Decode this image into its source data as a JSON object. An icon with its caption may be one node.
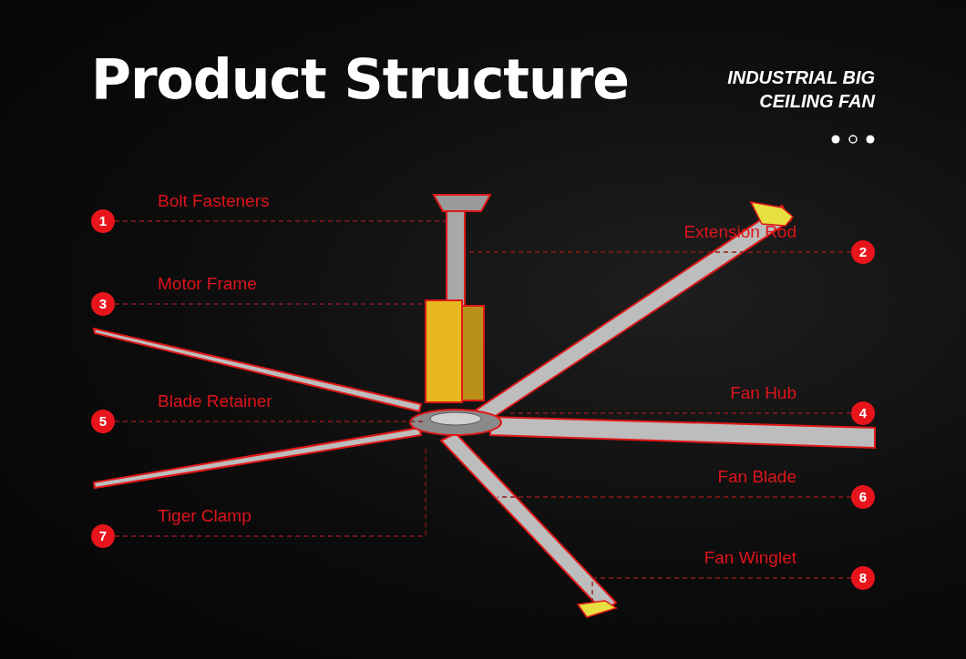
{
  "diagram": {
    "title": "Product Structure",
    "nodes": [
      {
        "text": [
          "1"
        ],
        "beside": [
          "Bolt Fasteners"
        ]
      },
      {
        "text": [
          "2"
        ],
        "beside": [
          "Extension Rod"
        ]
      },
      {
        "text": [
          "3"
        ],
        "beside": [
          "Motor Frame"
        ]
      },
      {
        "text": [
          "4"
        ],
        "beside": [
          "Fan Hub"
        ]
      },
      {
        "text": [
          "5"
        ],
        "beside": [
          "Blade Retainer"
        ]
      },
      {
        "text": [
          "6"
        ],
        "beside": [
          "Fan Blade"
        ]
      },
      {
        "text": [
          "7"
        ],
        "beside": [
          "Tiger Clamp"
        ]
      },
      {
        "text": [
          "8"
        ],
        "beside": [
          "Fan Winglet"
        ]
      }
    ],
    "edges": [
      {
        "from": 0,
        "to": null,
        "arrow": "none",
        "style": "dashed"
      },
      {
        "from": 1,
        "to": null,
        "arrow": "none",
        "style": "dashed"
      },
      {
        "from": 2,
        "to": null,
        "arrow": "none",
        "style": "dashed"
      },
      {
        "from": 3,
        "to": null,
        "arrow": "none",
        "style": "dashed"
      },
      {
        "from": 4,
        "to": null,
        "arrow": "none",
        "style": "dashed"
      },
      {
        "from": 5,
        "to": null,
        "arrow": "none",
        "style": "dashed"
      },
      {
        "from": 6,
        "to": null,
        "arrow": "none",
        "style": "dashed"
      },
      {
        "from": 7,
        "to": null,
        "arrow": "none",
        "style": "dashed"
      }
    ],
    "labels": [
      "INDUSTRIAL BIG CEILING FAN"
    ]
  }
}
